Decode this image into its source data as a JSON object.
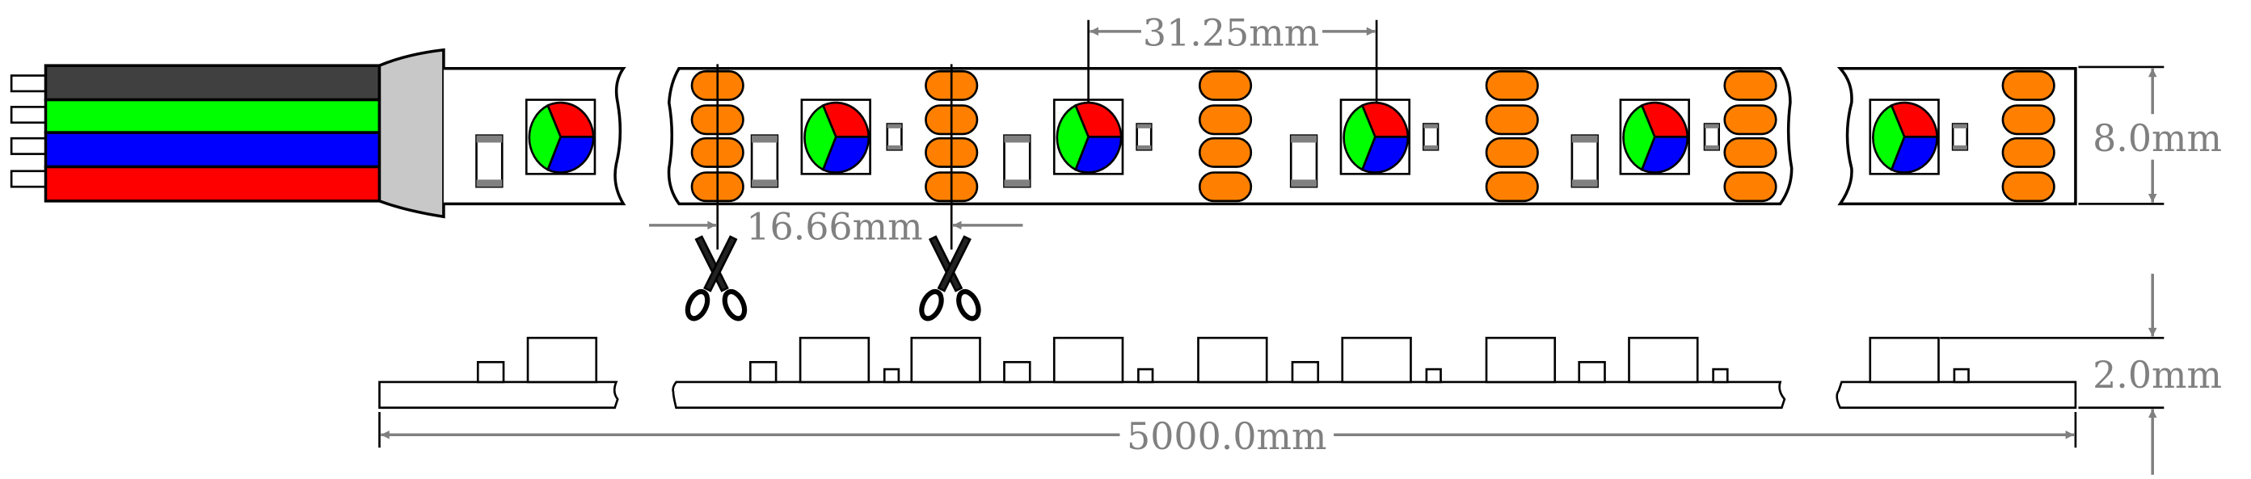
{
  "diagram": {
    "title": "RGB LED strip dimension drawing",
    "dimensions": {
      "led_pitch": "31.25mm",
      "cut_length": "16.66mm",
      "strip_width": "8.0mm",
      "strip_thickness": "2.0mm",
      "total_length": "5000.0mm"
    },
    "wires": [
      {
        "name": "black",
        "color": "#404040"
      },
      {
        "name": "green",
        "color": "#00ff00"
      },
      {
        "name": "blue",
        "color": "#0000ff"
      },
      {
        "name": "red",
        "color": "#ff0000"
      }
    ],
    "colors": {
      "pad": "#ff8000",
      "led_red": "#ff0000",
      "led_green": "#00ff00",
      "led_blue": "#0000ff",
      "dimension": "#808080",
      "connector": "#c8c8c8"
    },
    "icons": [
      "scissors-icon",
      "scissors-icon"
    ]
  }
}
